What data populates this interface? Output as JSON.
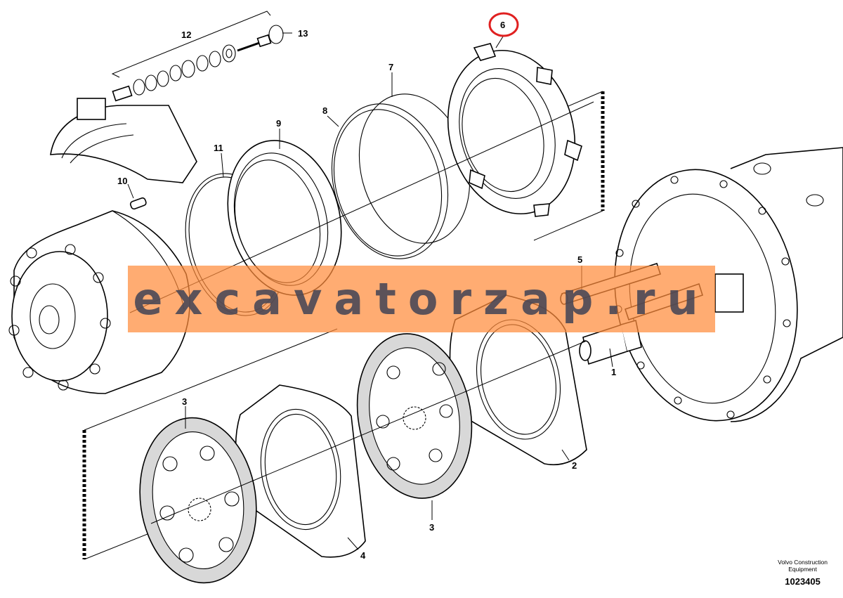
{
  "diagram": {
    "callouts": [
      {
        "id": "1",
        "label": "1"
      },
      {
        "id": "2",
        "label": "2"
      },
      {
        "id": "3a",
        "label": "3"
      },
      {
        "id": "3b",
        "label": "3"
      },
      {
        "id": "4",
        "label": "4"
      },
      {
        "id": "5",
        "label": "5"
      },
      {
        "id": "6",
        "label": "6"
      },
      {
        "id": "7",
        "label": "7"
      },
      {
        "id": "8",
        "label": "8"
      },
      {
        "id": "9",
        "label": "9"
      },
      {
        "id": "10",
        "label": "10"
      },
      {
        "id": "11",
        "label": "11"
      },
      {
        "id": "12",
        "label": "12"
      },
      {
        "id": "13",
        "label": "13"
      }
    ],
    "highlight": {
      "label": "6",
      "color": "#e02020"
    }
  },
  "watermark": {
    "text": "excavatorzap.ru",
    "color": "#ff8c3c"
  },
  "credit": {
    "company_line1": "Volvo Construction",
    "company_line2": "Equipment",
    "code": "1023405"
  }
}
